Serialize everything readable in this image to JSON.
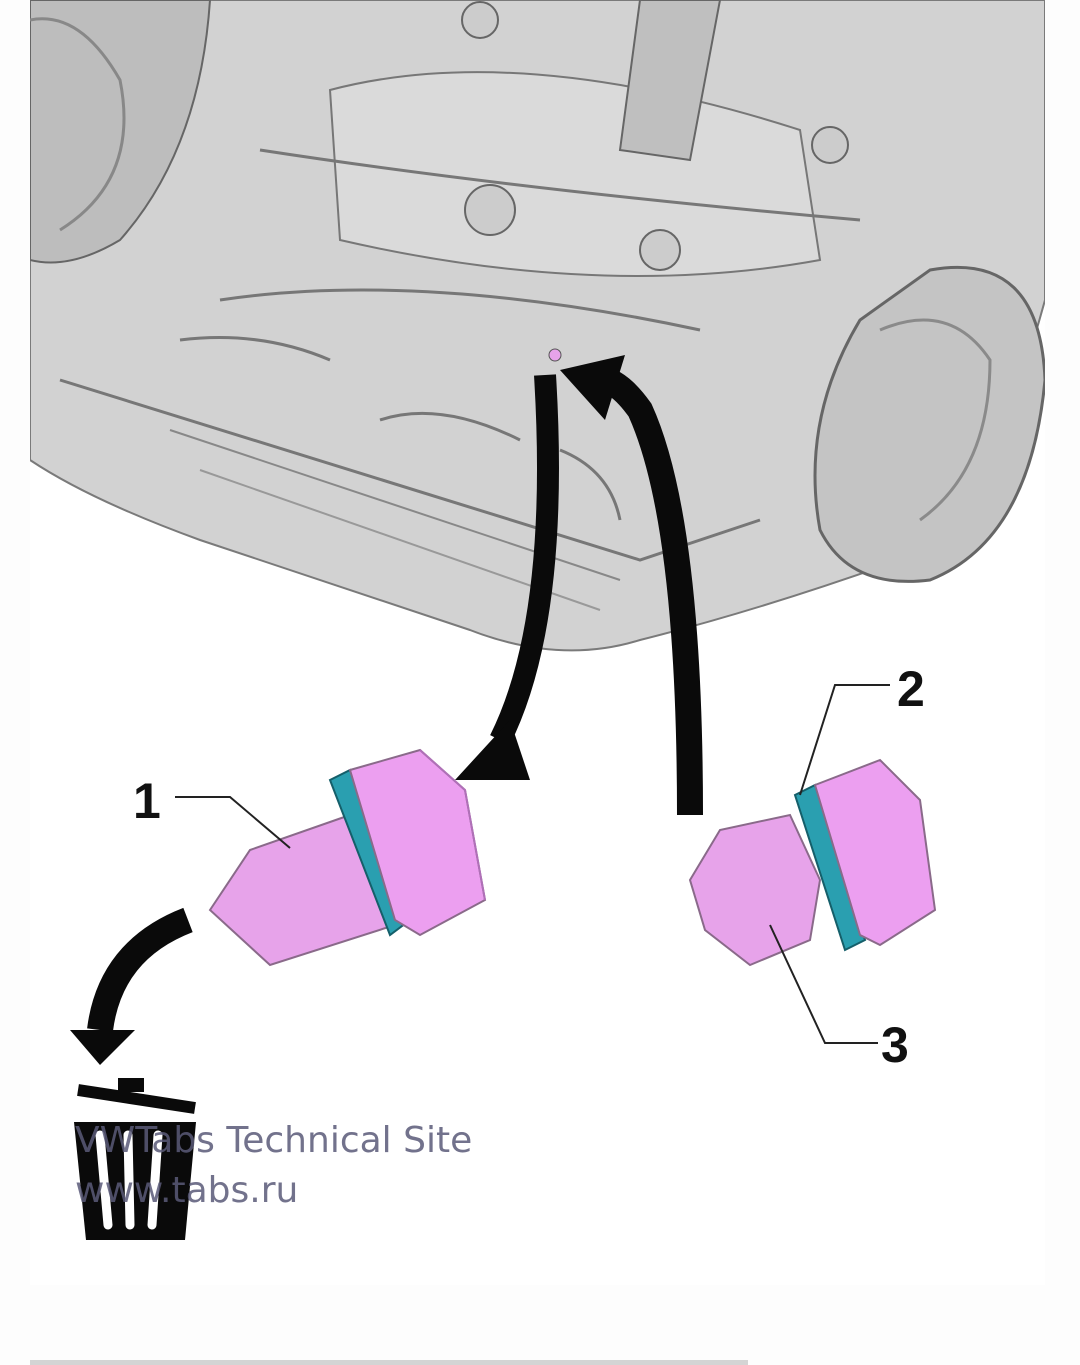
{
  "figure": {
    "callouts": [
      "1",
      "2",
      "3"
    ],
    "watermark": {
      "line1": "VWTabs Technical Site",
      "line2": "www.tabs.ru"
    },
    "colors": {
      "plug": "#e7a3ea",
      "seal": "#2a9fb0",
      "body": "#c9c9c9",
      "arrow": "#0a0a0a"
    }
  }
}
